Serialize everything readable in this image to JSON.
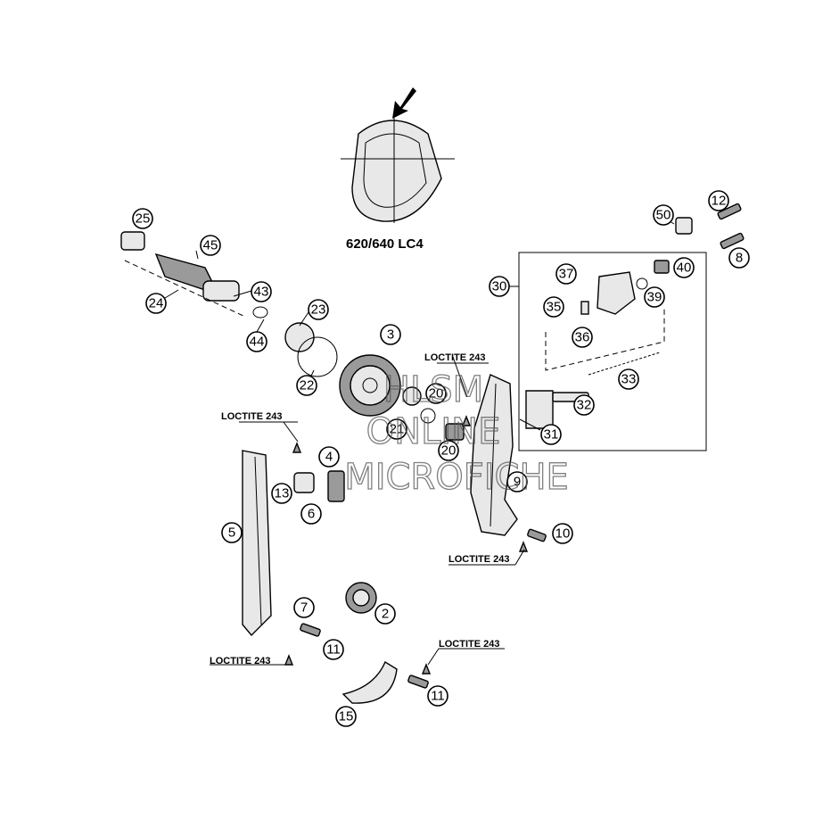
{
  "model_label": "620/640 LC4",
  "watermark": [
    "HLSM",
    "ONLINE",
    "MICROFICHE"
  ],
  "loctite_labels": [
    {
      "id": "loctite-sprocket",
      "text": "LOCTITE 243"
    },
    {
      "id": "loctite-guide-left",
      "text": "LOCTITE 243"
    },
    {
      "id": "loctite-guide-right",
      "text": "LOCTITE 243"
    },
    {
      "id": "loctite-rail-bottom",
      "text": "LOCTITE 243"
    },
    {
      "id": "loctite-lower-bolt",
      "text": "LOCTITE 243"
    }
  ],
  "callouts": [
    "2",
    "3",
    "4",
    "5",
    "6",
    "7",
    "8",
    "9",
    "10",
    "11",
    "11",
    "12",
    "13",
    "15",
    "20",
    "20",
    "21",
    "22",
    "23",
    "24",
    "25",
    "30",
    "31",
    "32",
    "33",
    "35",
    "36",
    "37",
    "39",
    "40",
    "43",
    "44",
    "45",
    "50"
  ]
}
